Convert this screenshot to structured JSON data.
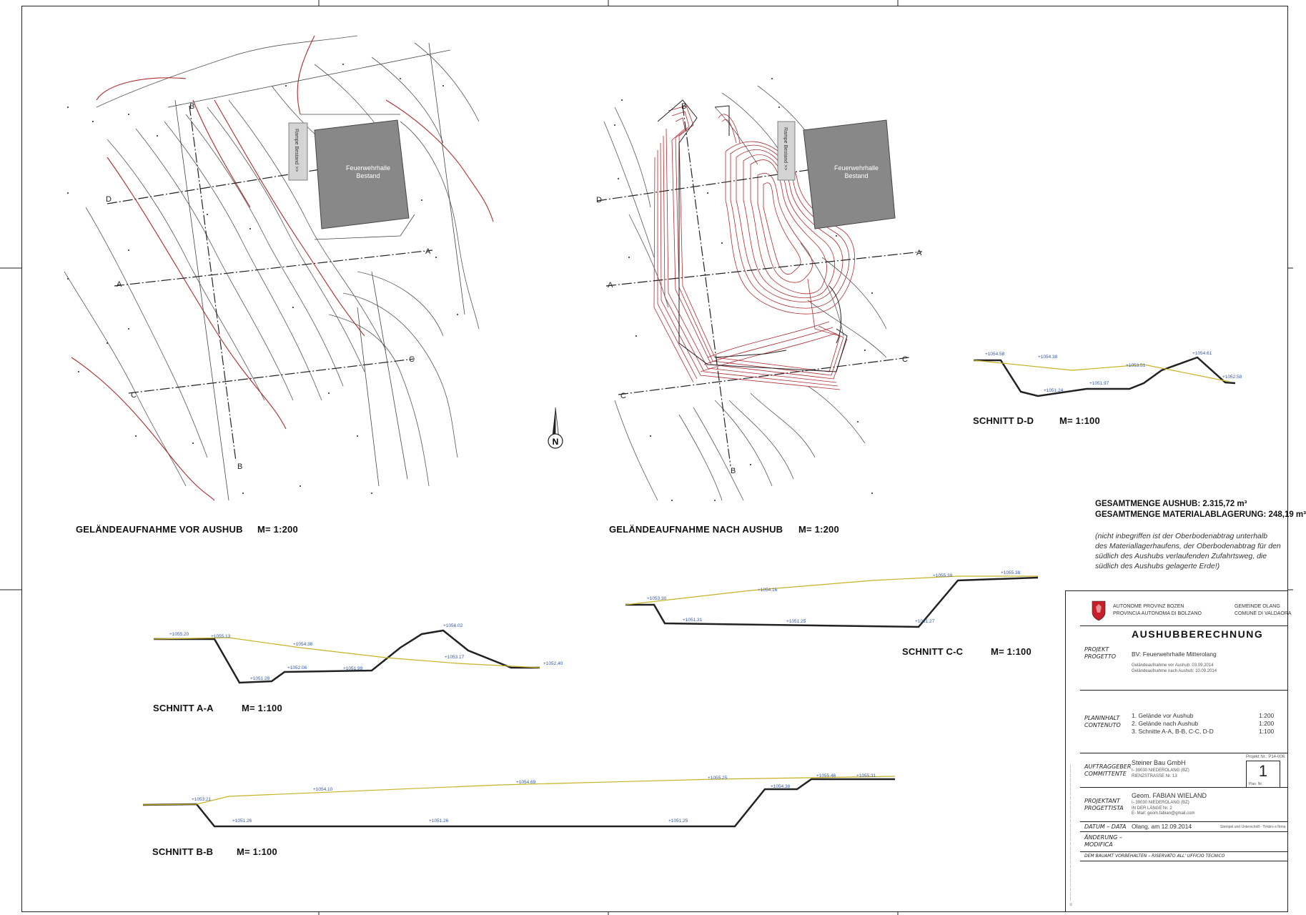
{
  "plans": {
    "before": {
      "title": "GELÄNDEAUFNAHME VOR AUSHUB",
      "scale": "M= 1:200",
      "building": "Feuerwehrhalle\nBestand",
      "ramp": "Rampe Bestand >>"
    },
    "after": {
      "title": "GELÄNDEAUFNAHME NACH AUSHUB",
      "scale": "M= 1:200",
      "building": "Feuerwehrhalle\nBestand",
      "ramp": "Rampe Bestand >>"
    },
    "section_letters": {
      "a": "A",
      "b": "B",
      "c": "C",
      "d": "D"
    },
    "north": "N"
  },
  "sections": {
    "aa": {
      "title": "SCHNITT A-A",
      "scale": "M= 1:100",
      "elevations": [
        "+1055.20",
        "+1055.13",
        "+1054.38",
        "+1056.02",
        "+1053.17",
        "+1052.40",
        "+1051.28",
        "+1052.06",
        "+1051.99"
      ]
    },
    "bb": {
      "title": "SCHNITT B-B",
      "scale": "M= 1:100",
      "elevations": [
        "+1053.21",
        "+1054.10",
        "+1054.69",
        "+1055.25",
        "+1055.46",
        "+1055.31",
        "+1054.38",
        "+1051.26",
        "+1051.26",
        "+1051.25"
      ]
    },
    "cc": {
      "title": "SCHNITT C-C",
      "scale": "M= 1:100",
      "elevations": [
        "+1053.30",
        "+1054.16",
        "+1055.39",
        "+1055.38",
        "+1051.31",
        "+1051.25",
        "+1051.27"
      ]
    },
    "dd": {
      "title": "SCHNITT D-D",
      "scale": "M= 1:100",
      "elevations": [
        "+1054.58",
        "+1054.38",
        "+1053.51",
        "+1054.61",
        "+1052.58",
        "+1051.24",
        "+1051.97"
      ]
    }
  },
  "totals": {
    "line1": "GESAMTMENGE AUSHUB: 2.315,72 m³",
    "line2": "GESAMTMENGE MATERIALABLAGERUNG: 248,19 m³",
    "note": "(nicht inbegriffen ist der Oberbodenabtrag unterhalb des Materiallagerhaufens, der Oberbodenabtrag für den südlich des Aushubs verlaufenden Zufahrtsweg, die südlich des Aushubs gelagerte Erde!)"
  },
  "titleblock": {
    "authority_de": "AUTONOME PROVINZ BOZEN",
    "authority_it": "PROVINCIA AUTONOMA DI BOLZANO",
    "municipality_de": "GEMEINDE OLANG",
    "municipality_it": "COMUNE DI VALDAORA",
    "project_label": "PROJEKT\nPROGETTO",
    "main_title": "AUSHUBBERECHNUNG",
    "project_name": "BV: Feuerwehrhalle Mitterolang",
    "survey_before": "Geländeaufnahme vor Aushub: 03.09.2014",
    "survey_after": "Geländeaufnahme nach Aushub: 10.09.2014",
    "content_label": "PLANINHALT\nCONTENUTO",
    "contents": [
      {
        "item": "1. Gelände vor Aushub",
        "scale": "1:200"
      },
      {
        "item": "2. Gelände nach Aushub",
        "scale": "1:200"
      },
      {
        "item": "3. Schnitte A-A, B-B, C-C, D-D",
        "scale": "1:100"
      }
    ],
    "client_label": "AUFTRAGGEBER\nCOMMITTENTE",
    "client_name": "Steiner Bau GmbH",
    "client_addr": "I- 39030 NIEDEROLANG (BZ)\nRIENZSTRASSE Nr. 13",
    "project_no": "Projekt Nr.: P14-006",
    "plan_no": "1",
    "plan_no_label": "Plan. Nr.",
    "designer_label": "PROJEKTANT\nPROGETTISTA",
    "designer_name": "Geom. FABIAN WIELAND",
    "designer_addr": "I- 39030 NIEDEROLANG (BZ)\nIN DER LÄNGE Nr. 2\nE- Mail: geom.fabian@gmail.com",
    "date_label": "DATUM – DATA",
    "date_value": "Olang, am 12.09.2014",
    "signature_label": "Stempel und Unterschrift - Timbro e firma",
    "change_label": "ÄNDERUNG –\nMODIFICA",
    "footer": "DEM BAUAMT VORBEHALTEN – RISERVATO ALL' UFFICIO TECNICO"
  }
}
